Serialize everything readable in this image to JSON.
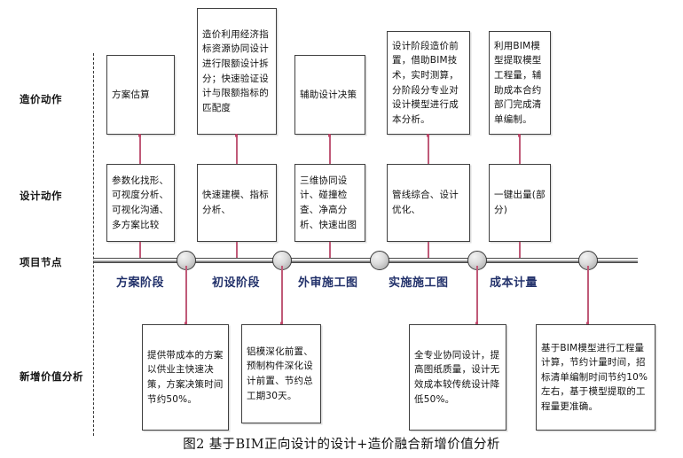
{
  "figure": {
    "caption": "图2  基于BIM正向设计的设计+造价融合新增价值分析",
    "accent_line_color": "#c05a78",
    "phase_label_color": "#23326b",
    "box_border_color": "#3f3f3f"
  },
  "row_labels": {
    "cost_action": "造价动作",
    "design_action": "设计动作",
    "project_milestone": "项目节点",
    "value_added": "新增价值分析"
  },
  "cost_actions": [
    {
      "text": "方案估算"
    },
    {
      "text": "造价利用经济指标资源协同设计进行限额设计拆分；快速验证设计与限额指标的匹配度"
    },
    {
      "text": "辅助设计决策"
    },
    {
      "text": "设计阶段造价前置，借助BIM技术，实时测算，分阶段分专业对设计模型进行成本分析。"
    },
    {
      "text": "利用BIM模型提取模型工程量，辅助成本合约部门完成清单编制。"
    }
  ],
  "design_actions": [
    {
      "text": "参数化找形、可视度分析、可视化沟通、多方案比较"
    },
    {
      "text": "快速建模、指标分析、"
    },
    {
      "text": "三维协同设计、碰撞检查、净高分析、快速出图"
    },
    {
      "text": "管线综合、设计优化、"
    },
    {
      "text": "一键出量(部分)"
    }
  ],
  "milestones": [
    {
      "label": "方案阶段"
    },
    {
      "label": "初设阶段"
    },
    {
      "label": "外审施工图"
    },
    {
      "label": "实施施工图"
    },
    {
      "label": "成本计量"
    }
  ],
  "value_added": [
    {
      "text": "提供带成本的方案以供业主快速决策，方案决策时间节约50%。"
    },
    {
      "text": "铝模深化前置、预制构件深化设计前置、节约总工期30天。"
    },
    {
      "text": "全专业协同设计，提高图纸质量，设计无效成本较传统设计降低50%。"
    },
    {
      "text": "基于BIM模型进行工程量计算，节约计量时间，招标清单编制时间节约10%左右，基于模型提取的工程量更准确。"
    }
  ]
}
